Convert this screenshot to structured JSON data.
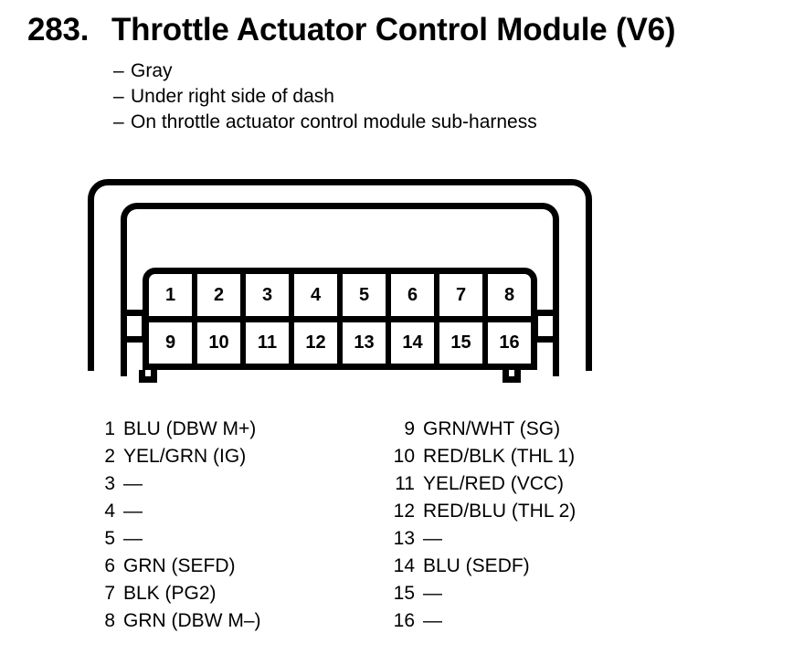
{
  "header": {
    "number": "283.",
    "title": "Throttle Actuator Control Module (V6)",
    "specs": [
      {
        "dash": "–",
        "text": "Gray"
      },
      {
        "dash": "–",
        "text": "Under right side of dash"
      },
      {
        "dash": "–",
        "text": "On throttle actuator control module sub-harness"
      }
    ]
  },
  "connector": {
    "rows": [
      {
        "cells": [
          "1",
          "2",
          "3",
          "4",
          "5",
          "6",
          "7",
          "8"
        ]
      },
      {
        "cells": [
          "9",
          "10",
          "11",
          "12",
          "13",
          "14",
          "15",
          "16"
        ]
      }
    ]
  },
  "legend": {
    "left": [
      {
        "num": "1",
        "label": "BLU (DBW M+)"
      },
      {
        "num": "2",
        "label": "YEL/GRN (IG)"
      },
      {
        "num": "3",
        "label": "—"
      },
      {
        "num": "4",
        "label": "—"
      },
      {
        "num": "5",
        "label": "—"
      },
      {
        "num": "6",
        "label": "GRN (SEFD)"
      },
      {
        "num": "7",
        "label": "BLK (PG2)"
      },
      {
        "num": "8",
        "label": "GRN (DBW M–)"
      }
    ],
    "right": [
      {
        "num": "9",
        "label": "GRN/WHT (SG)"
      },
      {
        "num": "10",
        "label": "RED/BLK (THL 1)"
      },
      {
        "num": "11",
        "label": "YEL/RED (VCC)"
      },
      {
        "num": "12",
        "label": "RED/BLU (THL 2)"
      },
      {
        "num": "13",
        "label": "—"
      },
      {
        "num": "14",
        "label": "BLU (SEDF)"
      },
      {
        "num": "15",
        "label": "—"
      },
      {
        "num": "16",
        "label": "—"
      }
    ]
  },
  "colors": {
    "ink": "#000000",
    "paper": "#ffffff"
  }
}
